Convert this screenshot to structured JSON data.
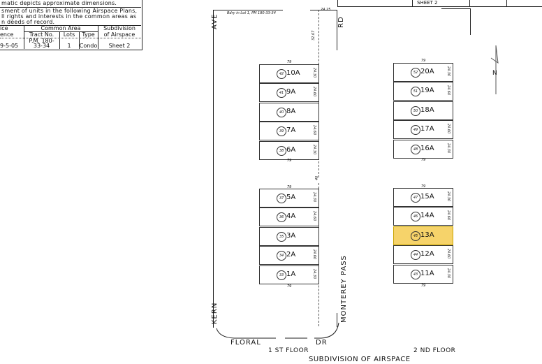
{
  "legend": {
    "lines": [
      "matic depicts approximate dimensions.",
      "sment of units in the following Airspace Plans,",
      "ll rights and interests in the common areas as",
      "n deeds of record."
    ],
    "headers": {
      "col1a": "ice",
      "col1b": "ence",
      "common_area": "Common Area",
      "tract_no": "Tract No.",
      "lots": "Lots",
      "type": "Type",
      "subdivision_a": "Subdivision",
      "subdivision_b": "of Airspace"
    },
    "row": {
      "date": "9-5-05",
      "tract_a": "P.M. 180-",
      "tract_b": "33-34",
      "lots": "1",
      "type": "Condo",
      "sheet": "Sheet 2"
    }
  },
  "top_sheet_label": "SHEET 2",
  "boundary_note": "Bdry in Lot 1, PM 180-33-34",
  "dims": {
    "top_right": "24.25",
    "center_top": "32.07",
    "center_mid": "40",
    "width": "79"
  },
  "streets": {
    "kern_a": "AVE",
    "kern_b": "KERN",
    "monterey_a": "RD",
    "monterey_b": "MONTEREY  PASS",
    "floral_a": "FLORAL",
    "floral_b": "DR"
  },
  "north_label": "N",
  "floors": {
    "first": "1 ST FLOOR",
    "second": "2 ND FLOOR"
  },
  "title": "SUBDIVISION  OF  AIRSPACE",
  "highlight_color": "#f6d36a",
  "units": [
    {
      "parcel": "42",
      "unit": "10A",
      "side": "24.30",
      "block": "left-top"
    },
    {
      "parcel": "41",
      "unit": "9A",
      "side": "24.60",
      "block": "left-top"
    },
    {
      "parcel": "40",
      "unit": "8A",
      "side": "",
      "block": "left-top"
    },
    {
      "parcel": "39",
      "unit": "7A",
      "side": "24.60",
      "block": "left-top"
    },
    {
      "parcel": "38",
      "unit": "6A",
      "side": "24.30",
      "block": "left-top"
    },
    {
      "parcel": "37",
      "unit": "5A",
      "side": "24.30",
      "block": "left-bottom"
    },
    {
      "parcel": "36",
      "unit": "4A",
      "side": "24.60",
      "block": "left-bottom"
    },
    {
      "parcel": "35",
      "unit": "3A",
      "side": "",
      "block": "left-bottom"
    },
    {
      "parcel": "34",
      "unit": "2A",
      "side": "24.60",
      "block": "left-bottom"
    },
    {
      "parcel": "33",
      "unit": "1A",
      "side": "24.30",
      "block": "left-bottom"
    },
    {
      "parcel": "52",
      "unit": "20A",
      "side": "24.30",
      "block": "right-top"
    },
    {
      "parcel": "51",
      "unit": "19A",
      "side": "24.60",
      "block": "right-top"
    },
    {
      "parcel": "50",
      "unit": "18A",
      "side": "",
      "block": "right-top"
    },
    {
      "parcel": "49",
      "unit": "17A",
      "side": "24.60",
      "block": "right-top"
    },
    {
      "parcel": "48",
      "unit": "16A",
      "side": "24.30",
      "block": "right-top"
    },
    {
      "parcel": "47",
      "unit": "15A",
      "side": "24.30",
      "block": "right-bottom"
    },
    {
      "parcel": "46",
      "unit": "14A",
      "side": "24.60",
      "block": "right-bottom"
    },
    {
      "parcel": "45",
      "unit": "13A",
      "side": "",
      "block": "right-bottom",
      "highlighted": true
    },
    {
      "parcel": "44",
      "unit": "12A",
      "side": "24.60",
      "block": "right-bottom"
    },
    {
      "parcel": "43",
      "unit": "11A",
      "side": "24.30",
      "block": "right-bottom"
    }
  ]
}
